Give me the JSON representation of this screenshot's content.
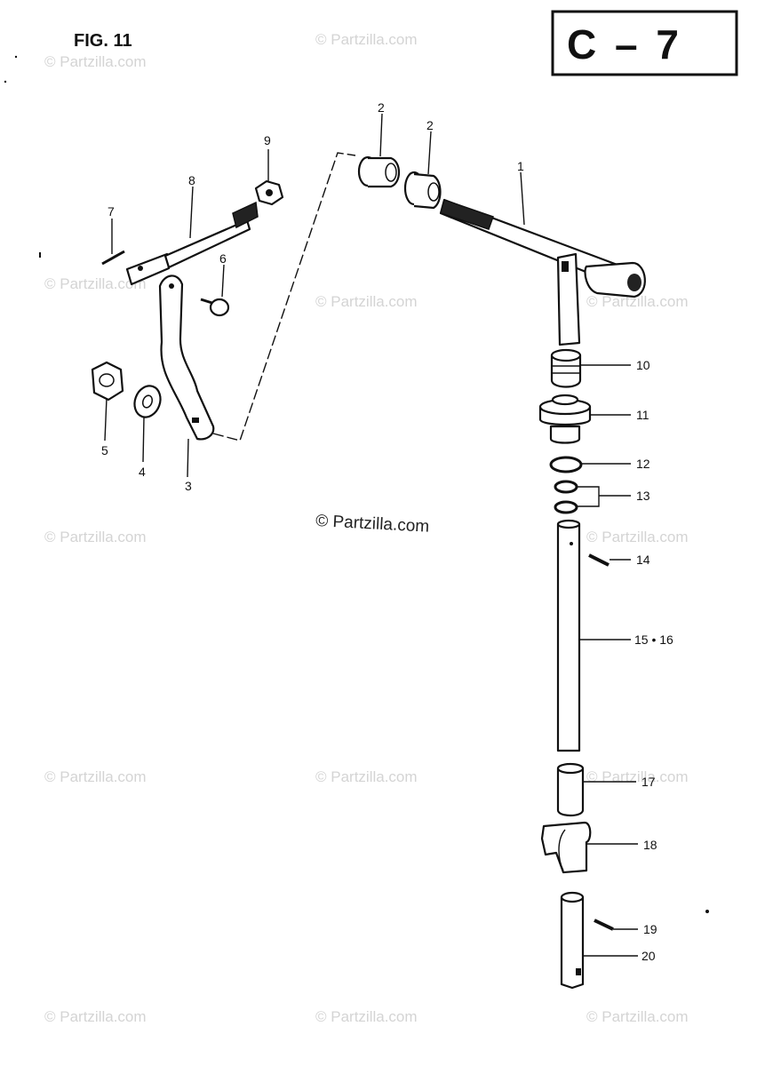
{
  "figure_label": "FIG. 11",
  "section_code": "C – 7",
  "watermark_text": "© Partzilla.com",
  "center_watermark": "© Partzilla.com",
  "callouts": {
    "p1": "1",
    "p2a": "2",
    "p2b": "2",
    "p3": "3",
    "p4": "4",
    "p5": "5",
    "p6": "6",
    "p7": "7",
    "p8": "8",
    "p9": "9",
    "p10": "10",
    "p11": "11",
    "p12": "12",
    "p13": "13",
    "p14": "14",
    "p15_16": "15 • 16",
    "p17": "17",
    "p18": "18",
    "p19": "19",
    "p20": "20"
  }
}
